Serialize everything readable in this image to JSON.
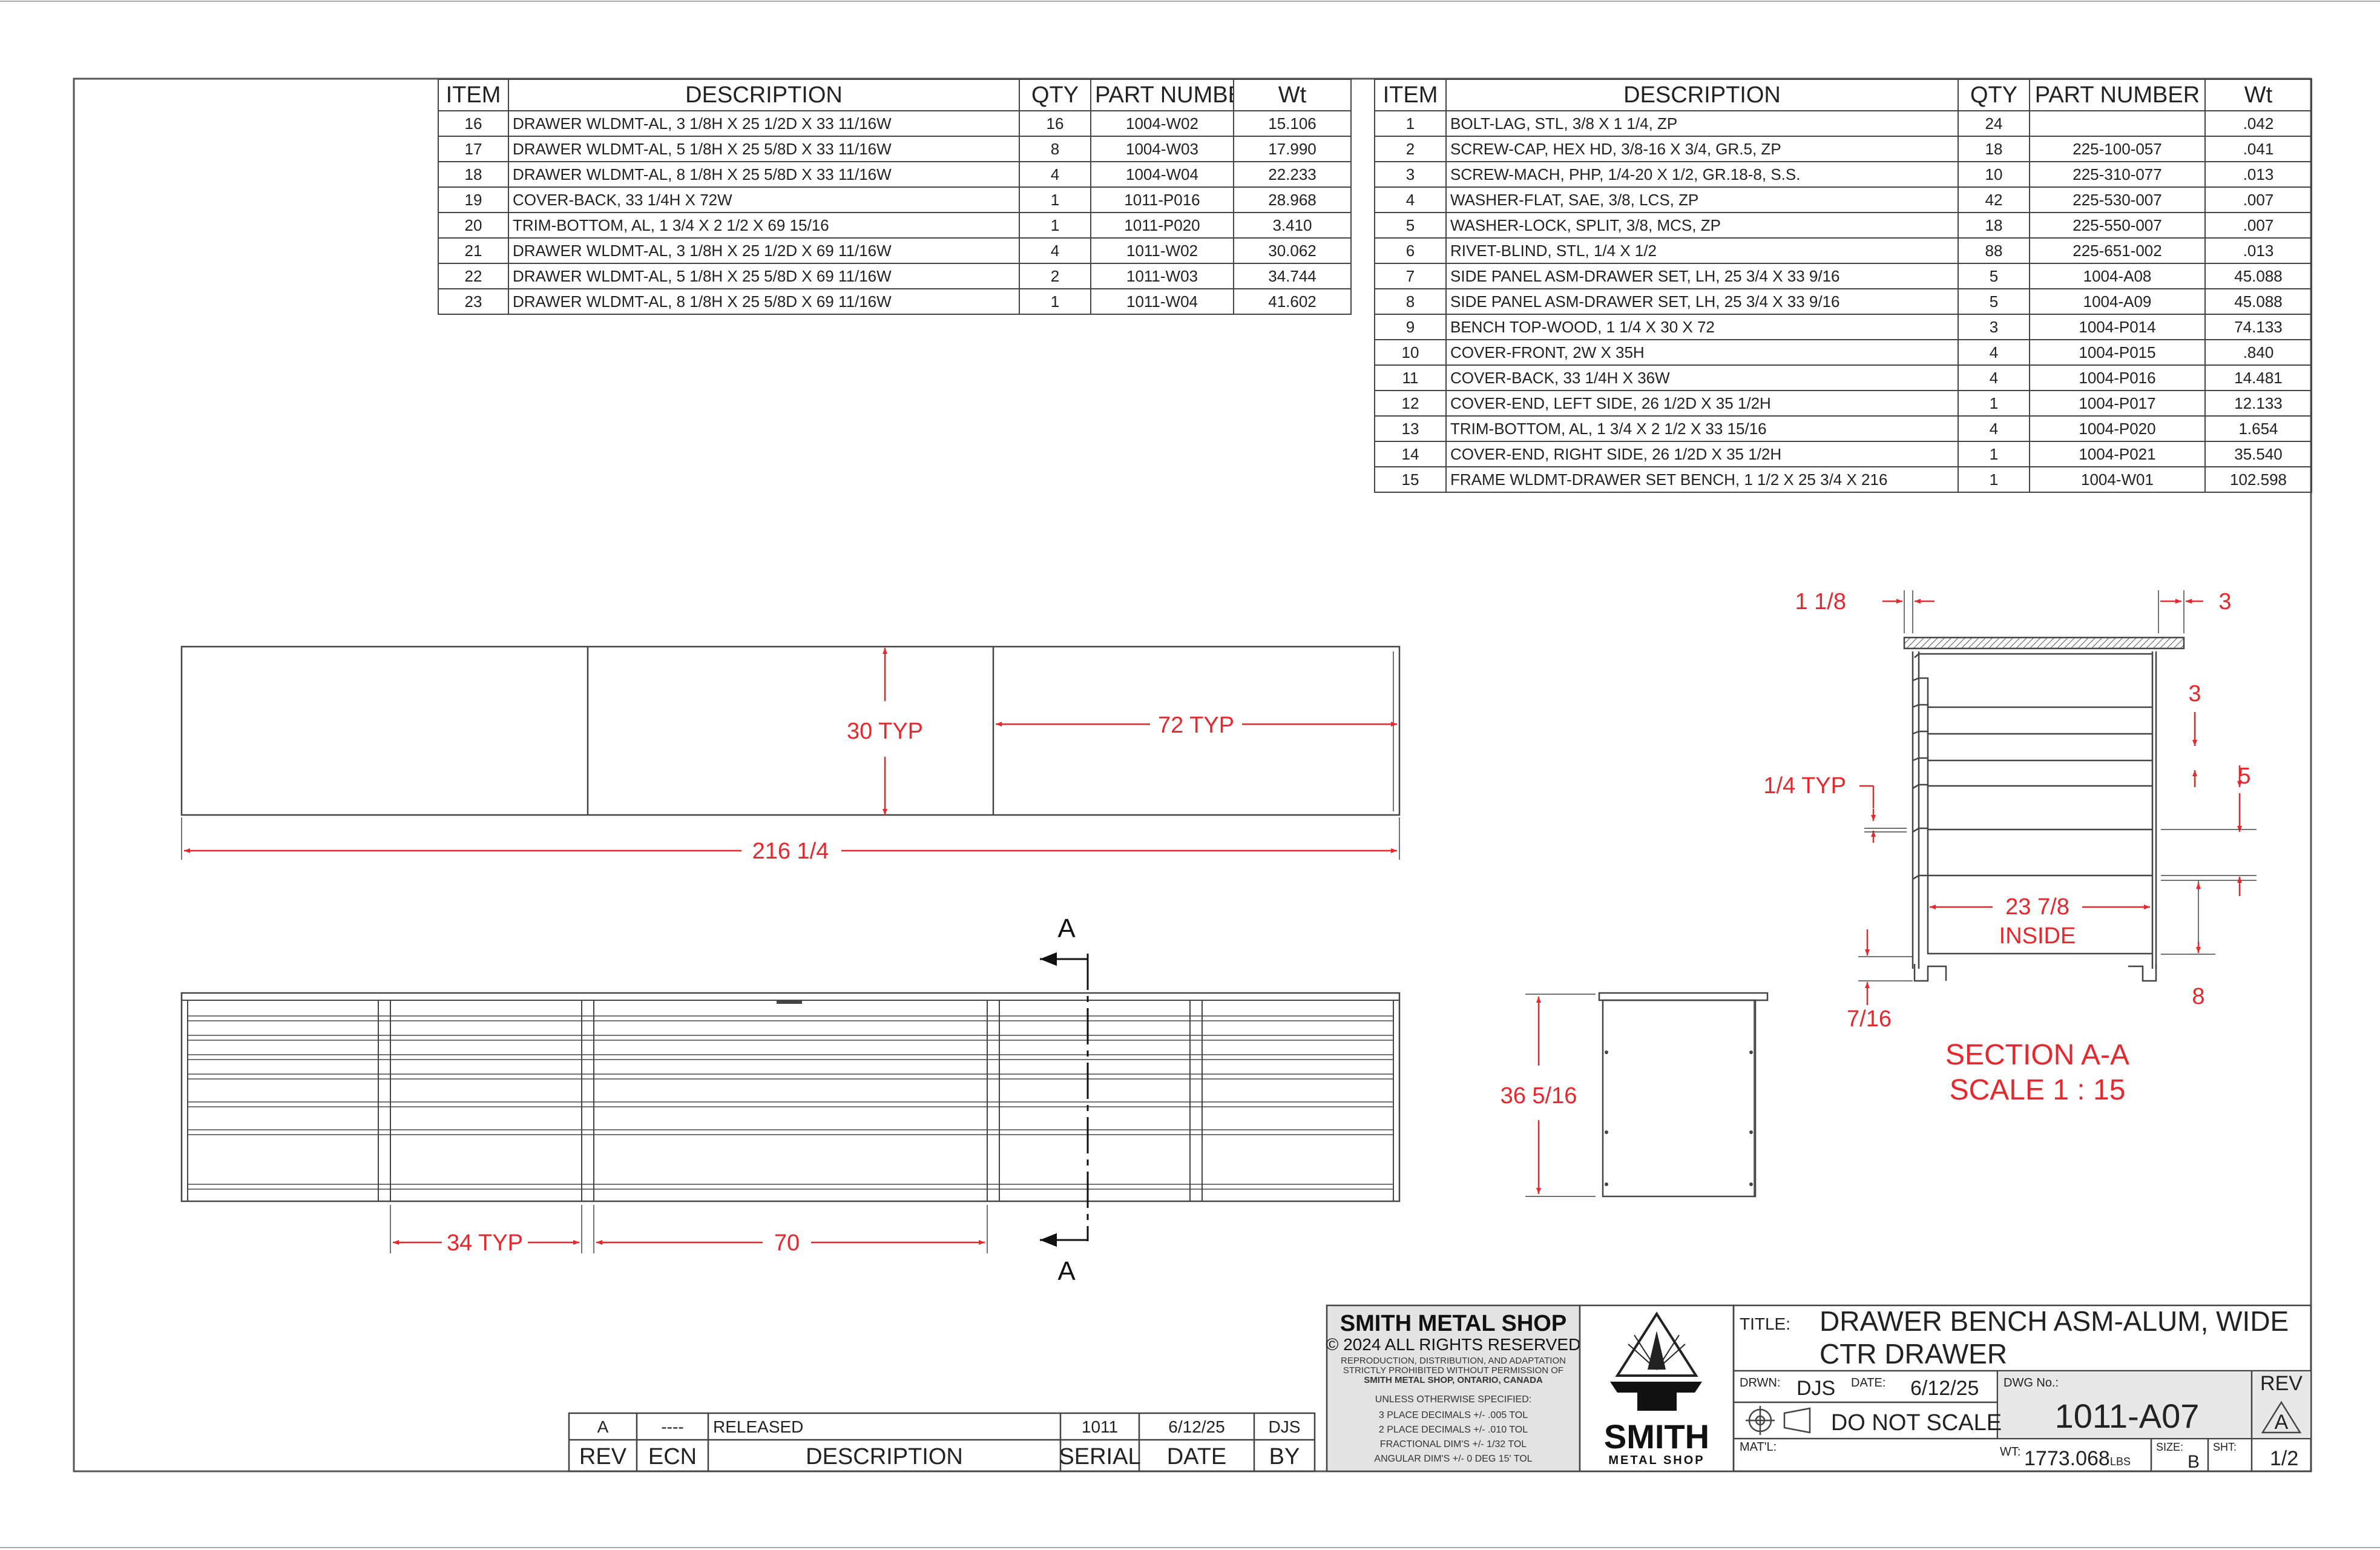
{
  "bom_headers": [
    "ITEM",
    "DESCRIPTION",
    "QTY",
    "PART NUMBER",
    "Wt"
  ],
  "bom_left": [
    {
      "item": "16",
      "desc": "DRAWER WLDMT-AL, 3 1/8H X 25 1/2D X 33 11/16W",
      "qty": "16",
      "part": "1004-W02",
      "wt": "15.106"
    },
    {
      "item": "17",
      "desc": "DRAWER WLDMT-AL, 5 1/8H X 25 5/8D X 33 11/16W",
      "qty": "8",
      "part": "1004-W03",
      "wt": "17.990"
    },
    {
      "item": "18",
      "desc": "DRAWER WLDMT-AL, 8 1/8H X 25 5/8D X 33 11/16W",
      "qty": "4",
      "part": "1004-W04",
      "wt": "22.233"
    },
    {
      "item": "19",
      "desc": "COVER-BACK, 33 1/4H X 72W",
      "qty": "1",
      "part": "1011-P016",
      "wt": "28.968"
    },
    {
      "item": "20",
      "desc": "TRIM-BOTTOM, AL, 1 3/4 X 2 1/2 X 69 15/16",
      "qty": "1",
      "part": "1011-P020",
      "wt": "3.410"
    },
    {
      "item": "21",
      "desc": "DRAWER WLDMT-AL, 3 1/8H X 25 1/2D X 69 11/16W",
      "qty": "4",
      "part": "1011-W02",
      "wt": "30.062"
    },
    {
      "item": "22",
      "desc": "DRAWER WLDMT-AL, 5 1/8H X 25 5/8D X 69 11/16W",
      "qty": "2",
      "part": "1011-W03",
      "wt": "34.744"
    },
    {
      "item": "23",
      "desc": "DRAWER WLDMT-AL, 8 1/8H X 25 5/8D X 69 11/16W",
      "qty": "1",
      "part": "1011-W04",
      "wt": "41.602"
    }
  ],
  "bom_right": [
    {
      "item": "1",
      "desc": "BOLT-LAG, STL, 3/8 X 1 1/4, ZP",
      "qty": "24",
      "part": "",
      "wt": ".042"
    },
    {
      "item": "2",
      "desc": "SCREW-CAP, HEX HD, 3/8-16 X 3/4, GR.5, ZP",
      "qty": "18",
      "part": "225-100-057",
      "wt": ".041"
    },
    {
      "item": "3",
      "desc": "SCREW-MACH, PHP, 1/4-20 X 1/2, GR.18-8, S.S.",
      "qty": "10",
      "part": "225-310-077",
      "wt": ".013"
    },
    {
      "item": "4",
      "desc": "WASHER-FLAT, SAE, 3/8, LCS, ZP",
      "qty": "42",
      "part": "225-530-007",
      "wt": ".007"
    },
    {
      "item": "5",
      "desc": "WASHER-LOCK, SPLIT, 3/8, MCS, ZP",
      "qty": "18",
      "part": "225-550-007",
      "wt": ".007"
    },
    {
      "item": "6",
      "desc": "RIVET-BLIND, STL, 1/4 X 1/2",
      "qty": "88",
      "part": "225-651-002",
      "wt": ".013"
    },
    {
      "item": "7",
      "desc": "SIDE PANEL ASM-DRAWER SET, LH, 25 3/4 X 33 9/16",
      "qty": "5",
      "part": "1004-A08",
      "wt": "45.088"
    },
    {
      "item": "8",
      "desc": "SIDE PANEL ASM-DRAWER SET, LH, 25 3/4 X 33 9/16",
      "qty": "5",
      "part": "1004-A09",
      "wt": "45.088"
    },
    {
      "item": "9",
      "desc": "BENCH TOP-WOOD, 1 1/4 X 30 X 72",
      "qty": "3",
      "part": "1004-P014",
      "wt": "74.133"
    },
    {
      "item": "10",
      "desc": "COVER-FRONT, 2W X 35H",
      "qty": "4",
      "part": "1004-P015",
      "wt": ".840"
    },
    {
      "item": "11",
      "desc": "COVER-BACK, 33 1/4H X 36W",
      "qty": "4",
      "part": "1004-P016",
      "wt": "14.481"
    },
    {
      "item": "12",
      "desc": "COVER-END, LEFT SIDE, 26 1/2D X 35 1/2H",
      "qty": "1",
      "part": "1004-P017",
      "wt": "12.133"
    },
    {
      "item": "13",
      "desc": "TRIM-BOTTOM, AL, 1 3/4 X 2 1/2 X 33 15/16",
      "qty": "4",
      "part": "1004-P020",
      "wt": "1.654"
    },
    {
      "item": "14",
      "desc": "COVER-END, RIGHT SIDE, 26 1/2D X 35 1/2H",
      "qty": "1",
      "part": "1004-P021",
      "wt": "35.540"
    },
    {
      "item": "15",
      "desc": "FRAME WLDMT-DRAWER SET BENCH, 1 1/2 X 25 3/4 X 216",
      "qty": "1",
      "part": "1004-W01",
      "wt": "102.598"
    }
  ],
  "dims": {
    "d30": "30 TYP",
    "d72": "72 TYP",
    "d216": "216 1/4",
    "d34": "34 TYP",
    "d70": "70",
    "d365": "36 5/16",
    "d118": "1 1/8",
    "d3top": "3",
    "d3": "3",
    "d5": "5",
    "d14": "1/4 TYP",
    "d2378": "23 7/8",
    "inside": "INSIDE",
    "d716": "7/16",
    "d8": "8"
  },
  "section": {
    "marker_top": "A",
    "marker_bottom": "A",
    "title": "SECTION A-A",
    "scale": "SCALE 1 : 15"
  },
  "company": {
    "name": "SMITH METAL SHOP",
    "rights": "© 2024 ALL RIGHTS RESERVED",
    "legal1": "REPRODUCTION, DISTRIBUTION, AND ADAPTATION",
    "legal2": "STRICTLY PROHIBITED WITHOUT PERMISSION OF",
    "legal3": "SMITH METAL SHOP, ONTARIO, CANADA",
    "tol0": "UNLESS OTHERWISE SPECIFIED:",
    "tol1": "3 PLACE DECIMALS +/- .005 TOL",
    "tol2": "2 PLACE DECIMALS +/- .010 TOL",
    "tol3": "FRACTIONAL DIM'S +/- 1/32 TOL",
    "tol4": "ANGULAR DIM'S +/- 0 DEG 15' TOL",
    "logo_main": "SMITH",
    "logo_sub": "METAL SHOP"
  },
  "revision": {
    "row": {
      "rev": "A",
      "ecn": "----",
      "desc": "RELEASED",
      "serial": "1011",
      "date": "6/12/25",
      "by": "DJS"
    },
    "headers": {
      "rev": "REV",
      "ecn": "ECN",
      "desc": "DESCRIPTION",
      "serial": "SERIAL",
      "date": "DATE",
      "by": "BY"
    }
  },
  "title_block": {
    "title_label": "TITLE:",
    "title1": "DRAWER BENCH ASM-ALUM, WIDE",
    "title2": "CTR DRAWER",
    "drwn_label": "DRWN:",
    "drwn": "DJS",
    "date_label": "DATE:",
    "date": "6/12/25",
    "dwg_label": "DWG No.:",
    "dwg": "1011-A07",
    "rev_label": "REV",
    "rev": "A",
    "noscale": "DO NOT SCALE",
    "matl_label": "MAT'L:",
    "wt_label": "WT:",
    "wt": "1773.068",
    "wt_unit": "LBS",
    "size_label": "SIZE:",
    "size": "B",
    "sht_label": "SHT:",
    "sht": "1/2"
  }
}
